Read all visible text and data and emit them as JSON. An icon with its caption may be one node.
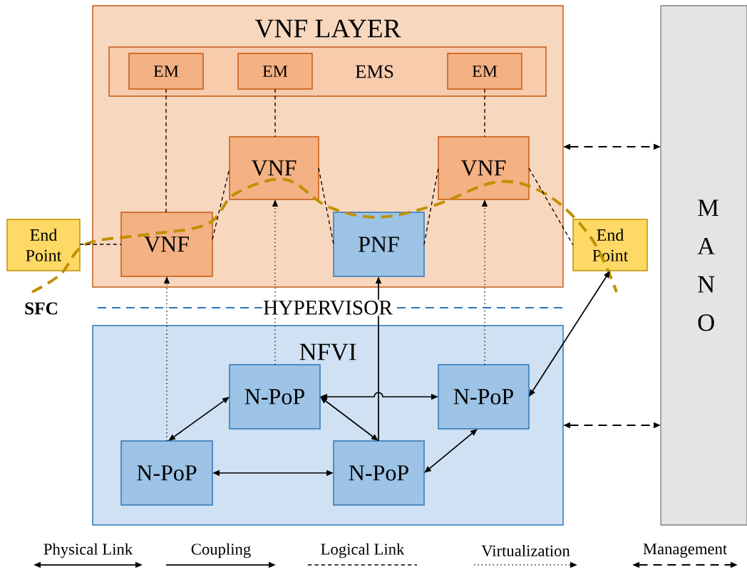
{
  "diagram": {
    "nodes": [
      {
        "text": [
          "VNF LAYER"
        ]
      },
      {
        "text": [
          "EMS"
        ],
        "in": 0
      },
      {
        "text": [
          "EM"
        ],
        "in": 1
      },
      {
        "text": [
          "EM"
        ],
        "in": 1
      },
      {
        "text": [
          "EM"
        ],
        "in": 1
      },
      {
        "text": [
          "VNF"
        ],
        "in": 0
      },
      {
        "text": [
          "VNF"
        ],
        "in": 0
      },
      {
        "text": [
          "VNF"
        ],
        "in": 0
      },
      {
        "text": [
          "PNF"
        ],
        "in": 0
      },
      {
        "text": [
          "End Point"
        ]
      },
      {
        "text": [
          "End Point"
        ]
      },
      {
        "text": [
          "NFVI"
        ]
      },
      {
        "text": [
          "N-PoP"
        ],
        "in": 11
      },
      {
        "text": [
          "N-PoP"
        ],
        "in": 11
      },
      {
        "text": [
          "N-PoP"
        ],
        "in": 11
      },
      {
        "text": [
          "N-PoP"
        ],
        "in": 11
      },
      {
        "text": [
          "M A N O"
        ]
      }
    ],
    "edges": [
      {
        "from": 2,
        "to": 7,
        "arrow": "none",
        "style": "dashed"
      },
      {
        "from": 3,
        "to": 5,
        "arrow": "none",
        "style": "dashed"
      },
      {
        "from": 4,
        "to": 6,
        "arrow": "none",
        "style": "dashed"
      },
      {
        "from": 9,
        "to": 7,
        "arrow": "none",
        "style": "dashed"
      },
      {
        "from": 7,
        "to": 5,
        "arrow": "none",
        "style": "dashed"
      },
      {
        "from": 5,
        "to": 8,
        "arrow": "none",
        "style": "dashed"
      },
      {
        "from": 8,
        "to": 6,
        "arrow": "none",
        "style": "dashed"
      },
      {
        "from": 6,
        "to": 10,
        "arrow": "none",
        "style": "dashed"
      },
      {
        "from": 14,
        "to": 7,
        "arrow": "to",
        "style": "dashed"
      },
      {
        "from": 12,
        "to": 5,
        "arrow": "to",
        "style": "dashed"
      },
      {
        "from": 13,
        "to": 6,
        "arrow": "to",
        "style": "dashed"
      },
      {
        "from": 15,
        "to": 8,
        "arrow": "to"
      },
      {
        "from": 14,
        "to": 12,
        "arrow": "both"
      },
      {
        "from": 12,
        "to": 13,
        "arrow": "both"
      },
      {
        "from": 12,
        "to": 15,
        "arrow": "both"
      },
      {
        "from": 14,
        "to": 15,
        "arrow": "both"
      },
      {
        "from": 15,
        "to": 13,
        "arrow": "both"
      },
      {
        "from": 13,
        "to": 10,
        "arrow": "both"
      },
      {
        "from": 0,
        "to": 16,
        "arrow": "both",
        "style": "dashed"
      },
      {
        "from": 11,
        "to": 16,
        "arrow": "both",
        "style": "dashed"
      }
    ],
    "labels": [
      "SFC",
      "HYPERVISOR"
    ],
    "legend": [
      {
        "text": "Physical Link"
      },
      {
        "text": "Coupling"
      },
      {
        "text": "Logical Link"
      },
      {
        "text": "Virtualization"
      },
      {
        "text": "Management"
      }
    ]
  }
}
